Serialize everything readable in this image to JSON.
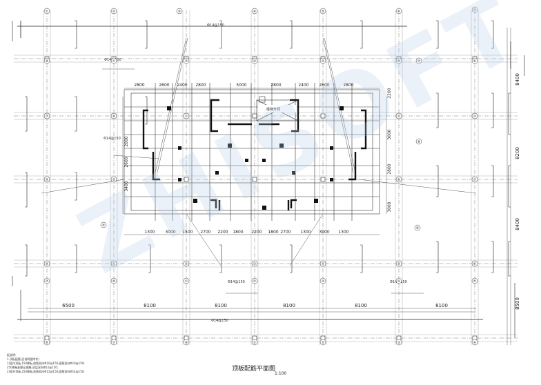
{
  "drawing": {
    "title": "顶板配筋平面图",
    "scale": "1:100",
    "watermark": "ZHISOFT",
    "notes": [
      "板说明:",
      "1.顶板配筋(见说明图附件)",
      "1)室内顶板,150厚板,底筋双向Φ10@150,面筋双向Φ10@150;",
      "250厚板配筋见图集,双层双向Φ12@150;",
      "2)室外顶板,250厚板,底筋双向Φ12@150,面筋双向Φ14@150;"
    ],
    "bottom_dims": [
      "6500",
      "8100",
      "8100",
      "8100",
      "8100",
      "8100"
    ],
    "right_dims": [
      "8400",
      "8200",
      "8400",
      "8500"
    ],
    "top_inner_dims": [
      "2800",
      "2600",
      "2400",
      "2800",
      "5000",
      "2800",
      "2400",
      "2600",
      "2800"
    ],
    "bottom_inner_dims": [
      "1300",
      "3000",
      "1500",
      "2700",
      "2200",
      "1800",
      "2200",
      "1800",
      "2700",
      "1300",
      "3000",
      "1300"
    ],
    "left_inner_dims": [
      "2000",
      "2600",
      "3400"
    ],
    "right_inner_dims": [
      "2200",
      "3000",
      "2800",
      "3000"
    ],
    "rebar_labels": [
      "Φ14@150",
      "Φ14@150",
      "Φ14@150",
      "Φ14@150",
      "Φ14@150",
      "Φ14@150"
    ],
    "opening_label": "楼梯开洞",
    "axis_tags": [
      "①",
      "②",
      "③",
      "④",
      "⑤",
      "⑥",
      "⑦",
      "⑧"
    ],
    "colors": {
      "line": "#222222",
      "wall": "#111111",
      "grid": "#555555",
      "watermark": "#b4cdeb"
    }
  }
}
